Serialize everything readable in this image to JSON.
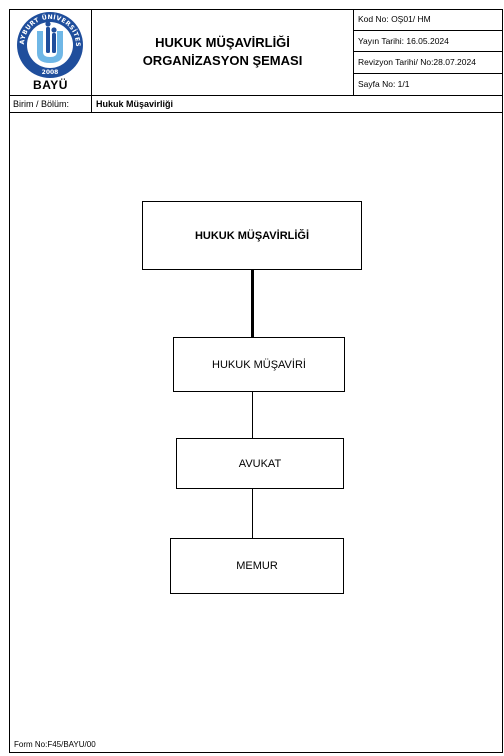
{
  "header": {
    "logo": {
      "arc_text": "BAYBURT ÜNİVERSİTESİ",
      "year": "2008",
      "abbrev": "BAYÜ"
    },
    "title_line1": "HUKUK MÜŞAVİRLİĞİ",
    "title_line2": "ORGANİZASYON ŞEMASI",
    "meta": {
      "code": "Kod No: OŞ01/ HM",
      "publish_date": "Yayın Tarihi: 16.05.2024",
      "revision": "Revizyon Tarihi/ No:28.07.2024",
      "page": "Sayfa No: 1/1"
    }
  },
  "unit": {
    "label": "Birim / Bölüm:",
    "value": "Hukuk Müşavirliği"
  },
  "org_chart": {
    "nodes": [
      "HUKUK MÜŞAVİRLİĞİ",
      "HUKUK MÜŞAVİRİ",
      "AVUKAT",
      "MEMUR"
    ]
  },
  "footer": {
    "form_no": "Form No:F45/BAYU/00"
  },
  "colors": {
    "logo_blue": "#1f4e9c",
    "logo_light": "#6fb7e6"
  }
}
